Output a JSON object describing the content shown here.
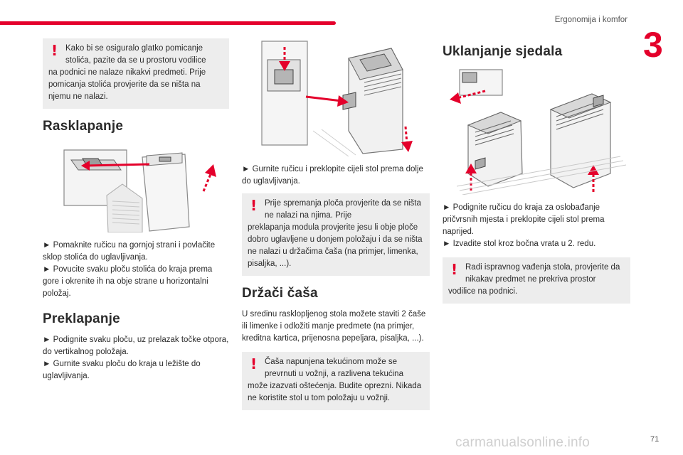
{
  "header": {
    "chapter_title": "Ergonomija i komfor",
    "chapter_number": "3"
  },
  "footer": {
    "page_number": "71",
    "watermark": "carmanualsonline.info"
  },
  "column1": {
    "warning1": {
      "first_line": "Kako bi se osiguralo glatko pomicanje stolića, pazite da se u prostoru vodilice",
      "rest": "na podnici ne nalaze nikakvi predmeti. Prije pomicanja stolića provjerite da se ništa na njemu ne nalazi."
    },
    "section1": {
      "title": "Rasklapanje",
      "step1": "Pomaknite ručicu na gornjoj strani i povlačite sklop stolića do uglavljivanja.",
      "step2": "Povucite svaku ploču stolića do kraja prema gore i okrenite ih na obje strane u horizontalni položaj."
    },
    "section2": {
      "title": "Preklapanje",
      "step1": "Podignite svaku ploču, uz prelazak točke otpora, do vertikalnog položaja.",
      "step2": "Gurnite svaku ploču do kraja u ležište do uglavljivanja."
    }
  },
  "column2": {
    "step1": "Gurnite ručicu i preklopite cijeli stol prema dolje do uglavljivanja.",
    "warning1": {
      "first_line": "Prije spremanja ploča provjerite da se ništa ne nalazi na njima. Prije",
      "rest": "preklapanja modula provjerite jesu li obje ploče dobro uglavljene u donjem položaju i da se ništa ne nalazi u držačima čaša (na primjer, limenka, pisaljka, ...)."
    },
    "section": {
      "title": "Držači čaša",
      "body": "U sredinu rasklopljenog stola možete staviti 2 čaše ili limenke i odložiti manje predmete (na primjer, kreditna kartica, prijenosna pepeljara, pisaljka, ...)."
    },
    "warning2": {
      "first_line": "Čaša napunjena tekućinom može se prevrnuti u vožnji, a razlivena tekućina",
      "rest": "može izazvati oštećenja. Budite oprezni. Nikada ne koristite stol u tom položaju u vožnji."
    }
  },
  "column3": {
    "section": {
      "title": "Uklanjanje sjedala",
      "step1": "Podignite ručicu do kraja za oslobađanje pričvrsnih mjesta i preklopite cijeli stol prema naprijed.",
      "step2": "Izvadite stol kroz bočna vrata u 2. redu."
    },
    "warning1": {
      "first_line": "Radi ispravnog vađenja stola, provjerite da nikakav predmet ne prekriva prostor",
      "rest": "vodilice na podnici."
    }
  },
  "icons": {
    "warning": "exclamation-icon",
    "step": "triangle-right-icon"
  },
  "colors": {
    "accent": "#e4002b",
    "note_background": "#ededed"
  }
}
